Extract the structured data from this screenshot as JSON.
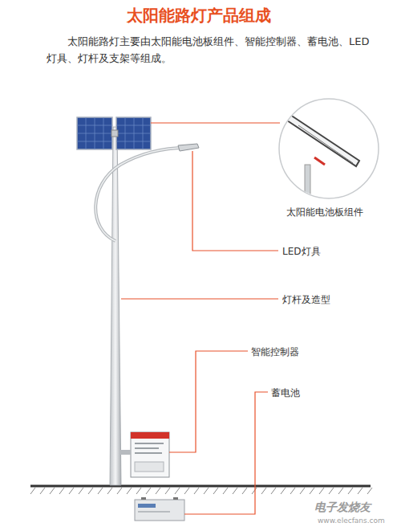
{
  "diagram": {
    "title": "太阳能路灯产品组成",
    "labels": [
      "太阳能路灯主要由太阳能电池板组件、智能控制器、蓄电池、LED灯具、灯杆及支架等组成。",
      "太阳能电池板组件",
      "LED灯具",
      "灯杆及造型",
      "智能控制器",
      "蓄电池",
      "电子发烧友",
      "www.elecfans.com"
    ]
  }
}
